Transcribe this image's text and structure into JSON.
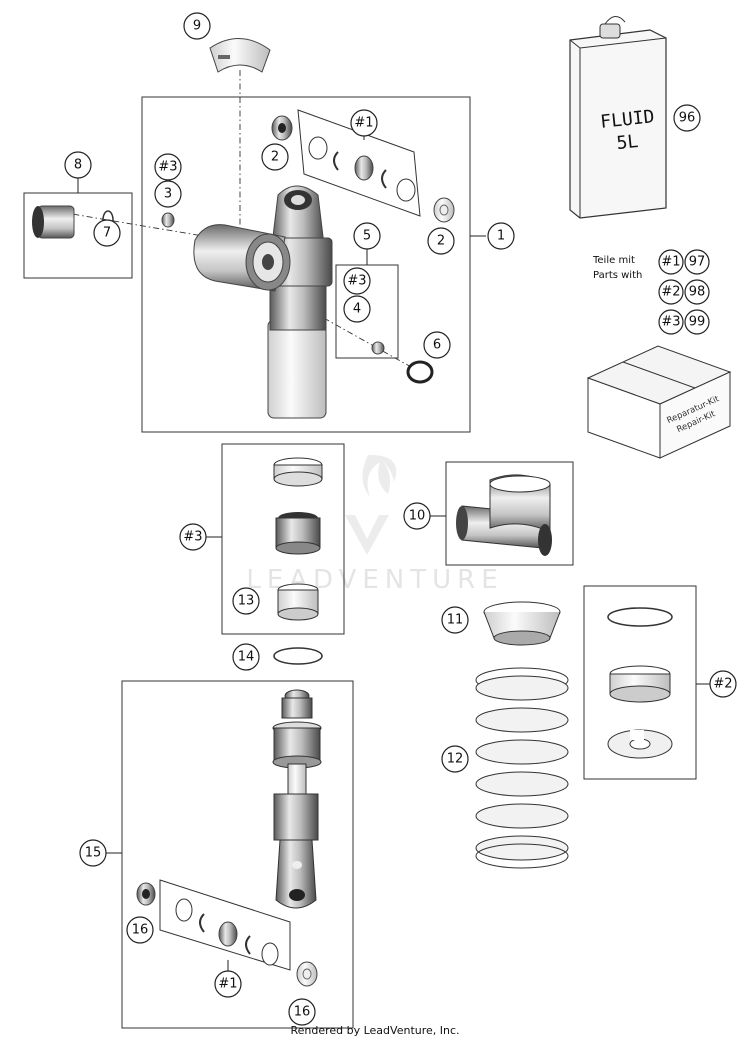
{
  "footer": {
    "rendered_by": "Rendered by LeadVenture, Inc."
  },
  "watermark": {
    "text": "LEADVENTURE"
  },
  "fluid_can": {
    "label_line1": "FLUID",
    "label_line2": "5L"
  },
  "repair_kit": {
    "label_line1": "Reparatur-Kit",
    "label_line2": "Repair-Kit"
  },
  "legend": {
    "line1": "Teile mit",
    "line2": "Parts with",
    "rows": [
      {
        "set": "#1",
        "part": "97"
      },
      {
        "set": "#2",
        "part": "98"
      },
      {
        "set": "#3",
        "part": "99"
      }
    ]
  },
  "callouts": {
    "c1": "1",
    "c2a": "2",
    "c2b": "2",
    "c3": "3",
    "c4": "4",
    "c5": "5",
    "c6": "6",
    "c7": "7",
    "c8": "8",
    "c9": "9",
    "c10": "10",
    "c11": "11",
    "c12": "12",
    "c13": "13",
    "c14": "14",
    "c15": "15",
    "c16a": "16",
    "c16b": "16",
    "c96": "96",
    "s1a": "#1",
    "s1b": "#1",
    "s2": "#2",
    "s3a": "#3",
    "s3b": "#3",
    "s3c": "#3"
  }
}
